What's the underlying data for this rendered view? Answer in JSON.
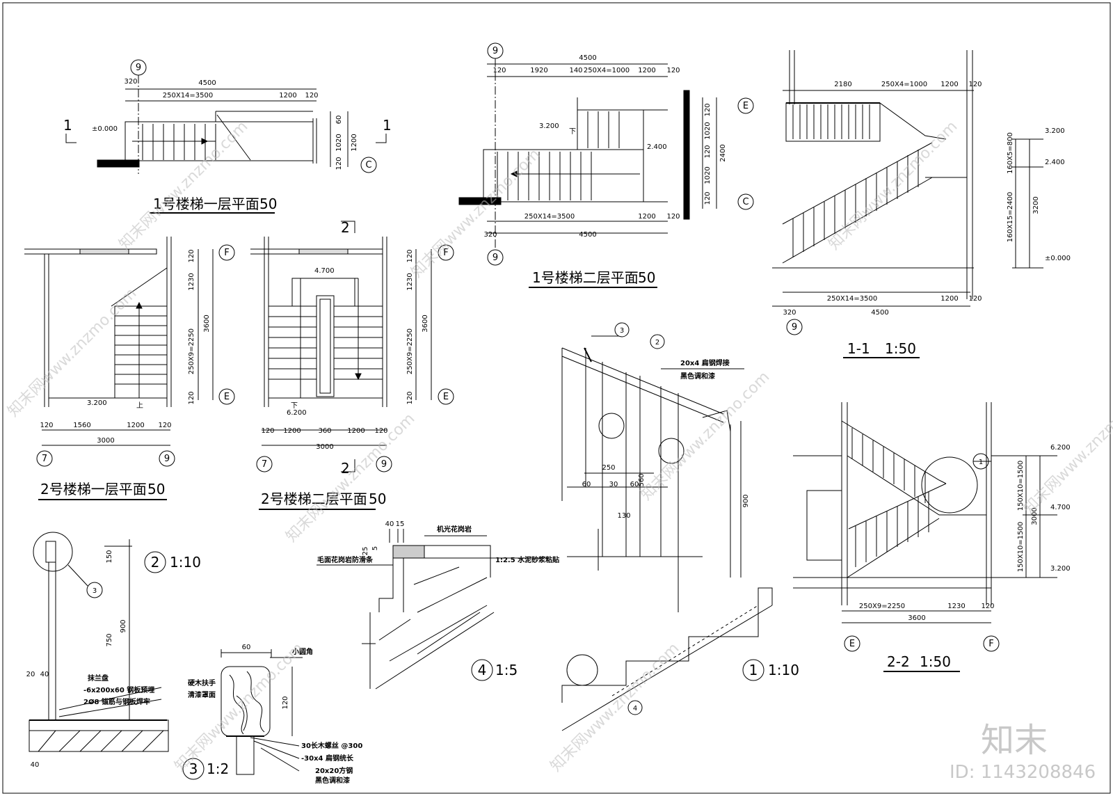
{
  "watermarks": {
    "text_a": "知末网www.znzmo.com",
    "logo": "知末",
    "image_id": "ID: 1143208846"
  },
  "views": {
    "stair1_ground": {
      "title": "1号楼梯一层平面",
      "scale": "50",
      "axis": [
        "9",
        "C"
      ],
      "section_mark": "1",
      "elev": "±0.000",
      "dims_top": [
        "320",
        "4500",
        "250X14=3500",
        "1200",
        "120"
      ],
      "dims_right": [
        "60",
        "1020",
        "1200",
        "120"
      ]
    },
    "stair1_upper": {
      "title": "1号楼梯二层平面",
      "scale": "50",
      "axis": [
        "9",
        "E",
        "C",
        "9"
      ],
      "elevs": [
        "3.200",
        "2.400"
      ],
      "dims_top": [
        "4500",
        "120",
        "1920",
        "140",
        "250X4=1000",
        "1200",
        "120"
      ],
      "dims_bottom": [
        "250X14=3500",
        "1200",
        "120",
        "320",
        "4500"
      ],
      "dims_right": [
        "120",
        "1020",
        "120",
        "1020",
        "120",
        "2400"
      ],
      "arrow": "下"
    },
    "section11": {
      "title": "1-1",
      "scale": "1:50",
      "axis": "9",
      "dims_top": [
        "2180",
        "250X4=1000",
        "1200",
        "120"
      ],
      "dims_bottom": [
        "250X14=3500",
        "1200",
        "120",
        "320",
        "4500"
      ],
      "elevs": [
        "3.200",
        "2.400",
        "±0.000"
      ],
      "dims_right": [
        "160X5=800",
        "160X15=2400",
        "3200"
      ]
    },
    "stair2_ground": {
      "title": "2号楼梯一层平面",
      "scale": "50",
      "axis": [
        "F",
        "E",
        "7",
        "9"
      ],
      "elev": "3.200",
      "dims_right": [
        "120",
        "1230",
        "250X9=2250",
        "3600",
        "120"
      ],
      "dims_bottom": [
        "120",
        "1560",
        "1200",
        "120",
        "3000"
      ],
      "arrow": "上"
    },
    "stair2_upper": {
      "title": "2号楼梯二层平面",
      "scale": "50",
      "axis": [
        "F",
        "E",
        "7",
        "9"
      ],
      "section_mark": "2",
      "elevs": [
        "4.700",
        "6.200"
      ],
      "dims_right": [
        "120",
        "1230",
        "250X9=2250",
        "3600",
        "120"
      ],
      "dims_bottom": [
        "120",
        "1200",
        "360",
        "1200",
        "120",
        "3000"
      ],
      "arrow": "下"
    },
    "section22": {
      "title": "2-2",
      "scale": "1:50",
      "axis": [
        "E",
        "F"
      ],
      "elevs": [
        "6.200",
        "4.700",
        "3.200"
      ],
      "dims_right": [
        "150X10=1500",
        "150X10=1500",
        "3000"
      ],
      "dims_bottom": [
        "250X9=2250",
        "1230",
        "120",
        "3600"
      ],
      "detail_ref": "1"
    },
    "detail1": {
      "title": "1",
      "scale": "1:10",
      "notes": [
        "20x4 扁钢焊接",
        "黑色调和漆"
      ],
      "refs": [
        "3",
        "2",
        "4"
      ],
      "dims": [
        "250",
        "60",
        "30",
        "60",
        "560",
        "130",
        "900"
      ]
    },
    "detail2": {
      "title": "2",
      "scale": "1:10",
      "notes": [
        "抹兰盘",
        "-6x200x60 钢板预埋",
        "2Ø8 锚筋与钢板焊牢"
      ],
      "ref": "3",
      "dims": [
        "150",
        "900",
        "750",
        "20",
        "40",
        "40"
      ]
    },
    "detail3": {
      "title": "3",
      "scale": "1:2",
      "notes": [
        "小圆角",
        "硬木扶手",
        "清漆罩面",
        "30长木螺丝 @300",
        "-30x4 扁钢统长",
        "20x20方钢",
        "黑色调和漆"
      ],
      "dims": [
        "60",
        "120"
      ]
    },
    "detail4": {
      "title": "4",
      "scale": "1:5",
      "notes": [
        "机光花岗岩",
        "1:2.5 水泥砂浆粘贴",
        "毛面花岗岩防滑条"
      ],
      "dims": [
        "40",
        "15",
        "25",
        "5"
      ]
    }
  }
}
